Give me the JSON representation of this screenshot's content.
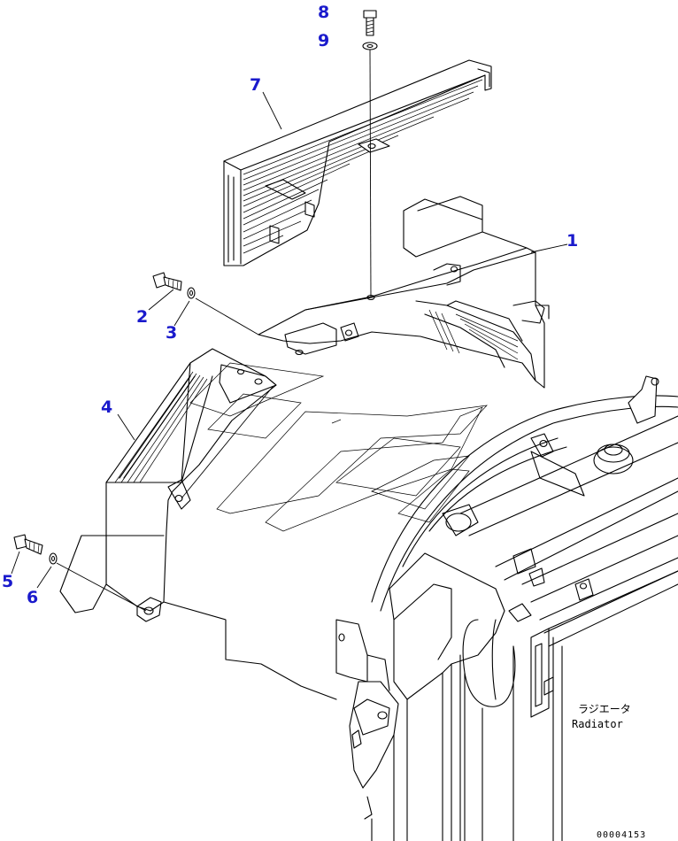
{
  "callouts": [
    {
      "id": "8",
      "label": "8"
    },
    {
      "id": "9",
      "label": "9"
    },
    {
      "id": "7",
      "label": "7"
    },
    {
      "id": "1",
      "label": "1"
    },
    {
      "id": "2",
      "label": "2"
    },
    {
      "id": "3",
      "label": "3"
    },
    {
      "id": "4",
      "label": "4"
    },
    {
      "id": "5",
      "label": "5"
    },
    {
      "id": "6",
      "label": "6"
    }
  ],
  "labels": {
    "radiator_jp": "ラジエータ",
    "radiator_en": "Radiator"
  },
  "drawing_code": "00004153",
  "colors": {
    "callout": "#1a1acc",
    "line": "#000000",
    "background": "#ffffff"
  }
}
